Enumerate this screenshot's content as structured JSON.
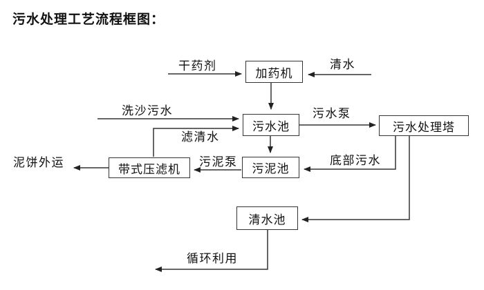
{
  "title": "污水处理工艺流程框图：",
  "colors": {
    "background": "#ffffff",
    "line": "#333333",
    "text": "#111111",
    "box_border": "#333333",
    "box_fill": "#ffffff"
  },
  "boxes": [
    {
      "id": "dosing-machine",
      "label": "加药机"
    },
    {
      "id": "sewage-pool",
      "label": "污水池"
    },
    {
      "id": "treatment-tower",
      "label": "污水处理塔"
    },
    {
      "id": "sludge-pool",
      "label": "污泥池"
    },
    {
      "id": "belt-filter-press",
      "label": "带式压滤机"
    },
    {
      "id": "clean-water-pool",
      "label": "清水池"
    }
  ],
  "flow_labels": [
    {
      "id": "dry-agent",
      "label": "干药剂"
    },
    {
      "id": "clean-water",
      "label": "清水"
    },
    {
      "id": "sand-washing-sewage",
      "label": "洗沙污水"
    },
    {
      "id": "sewage-pump",
      "label": "污水泵"
    },
    {
      "id": "filtered-water",
      "label": "滤清水"
    },
    {
      "id": "sludge-pump",
      "label": "污泥泵"
    },
    {
      "id": "mud-cake-out",
      "label": "泥饼外运"
    },
    {
      "id": "bottom-sewage",
      "label": "底部污水"
    },
    {
      "id": "recycle-reuse",
      "label": "循环利用"
    }
  ]
}
